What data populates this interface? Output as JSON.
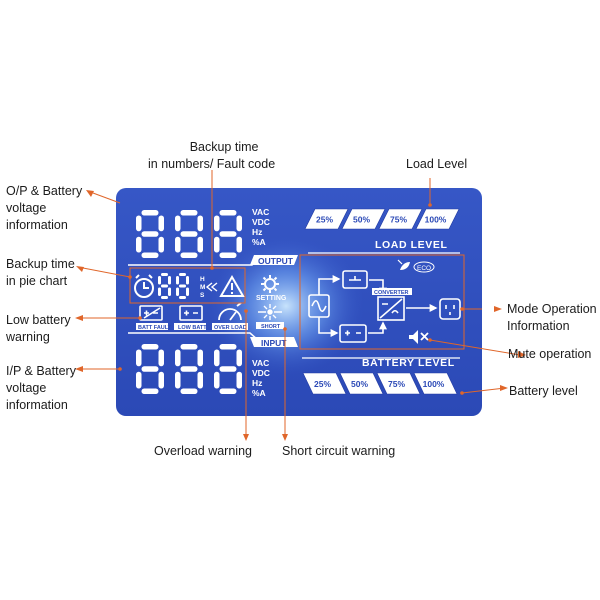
{
  "colors": {
    "panel": "#2f4fbf",
    "panel_dark": "#233ca3",
    "segment": "#ffffff",
    "callout": "#e0662a",
    "glow": "#a9d8ff"
  },
  "callouts": {
    "backup_time_numbers": [
      "Backup time",
      "in numbers/ Fault code"
    ],
    "load_level": [
      "Load Level"
    ],
    "op_battery_voltage": [
      "O/P & Battery",
      "voltage",
      "information"
    ],
    "backup_time_pie": [
      "Backup time",
      "in pie chart"
    ],
    "low_battery": [
      "Low battery",
      "warning"
    ],
    "ip_battery_voltage": [
      "I/P & Battery",
      "voltage",
      "information"
    ],
    "mode_operation": [
      "Mode Operation",
      "Information"
    ],
    "mute_operation": [
      "Mute operation"
    ],
    "battery_level": [
      "Battery level"
    ],
    "overload_warning": [
      "Overload warning"
    ],
    "short_circuit_warning": [
      "Short circuit warning"
    ]
  },
  "lcd": {
    "digits_top": "888",
    "digits_bottom": "888",
    "digits_small": "88",
    "units_top": [
      "VAC",
      "VDC",
      "Hz",
      "%A"
    ],
    "units_bottom": [
      "VAC",
      "VDC",
      "Hz",
      "%A"
    ],
    "hms": [
      "H",
      "M",
      "S"
    ],
    "load_segments": [
      "25%",
      "50%",
      "75%",
      "100%"
    ],
    "load_level_label": "LOAD LEVEL",
    "battery_segments": [
      "25%",
      "50%",
      "75%",
      "100%"
    ],
    "battery_level_label": "BATTERY LEVEL",
    "output_label": "OUTPUT",
    "input_label": "INPUT",
    "setting_label": "SETTING",
    "short_label": "SHORT",
    "batt_fault_label": "BATT FAULT",
    "low_batt_label": "LOW BATT",
    "over_load_label": "OVER LOAD",
    "eco_label": "ECO",
    "converter_label": "CONVERTER"
  },
  "icons": [
    "clock-icon",
    "warning-triangle-icon",
    "setting-gear-icon",
    "short-circuit-icon",
    "battery-fault-icon",
    "low-battery-icon",
    "overload-gauge-icon",
    "eco-leaf-icon",
    "mute-speaker-icon",
    "outlet-icon",
    "sine-wave-icon",
    "dc-source-icon",
    "battery-icon"
  ]
}
